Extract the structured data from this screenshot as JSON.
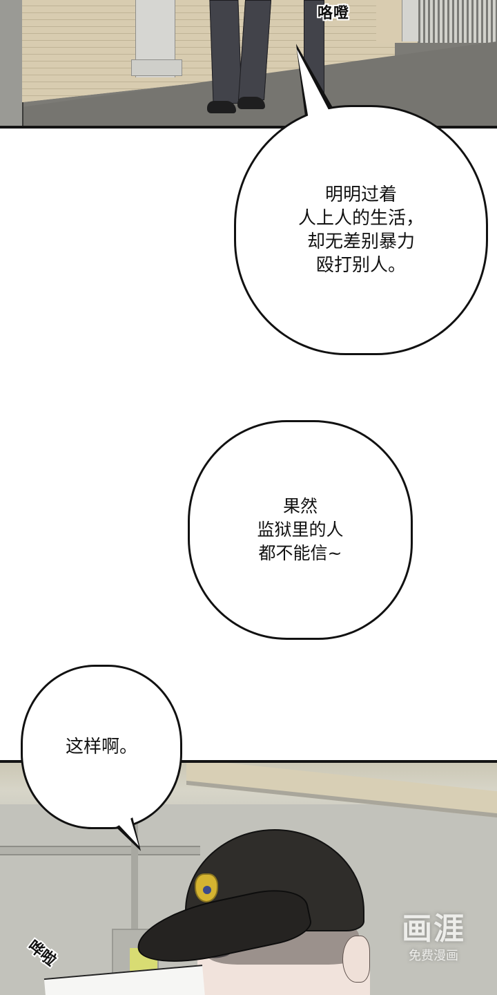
{
  "comic": {
    "panels": [
      {
        "id": "panel-1",
        "scene": "hallway-legs",
        "sound_effect": "咯噔"
      },
      {
        "id": "panel-2",
        "scene": "officer-in-cap",
        "sound_effect": "哗啦"
      }
    ],
    "bubbles": [
      {
        "id": "bubble-1",
        "text": "明明过着\n人上人的生活，\n却无差别暴力\n殴打别人。"
      },
      {
        "id": "bubble-2",
        "text": "果然\n监狱里的人\n都不能信~"
      },
      {
        "id": "bubble-3",
        "text": "这样啊。"
      }
    ],
    "watermark": {
      "logo": "画涯",
      "subtitle": "免费漫画"
    }
  },
  "colors": {
    "ink": "#111111",
    "bubble_fill": "#ffffff",
    "brick_wall": "#d8ccb0",
    "floor": "#767570",
    "cap": "#2f2d2a",
    "badge_gold": "#d5b431",
    "lamp_yellow": "#d8dc73"
  }
}
